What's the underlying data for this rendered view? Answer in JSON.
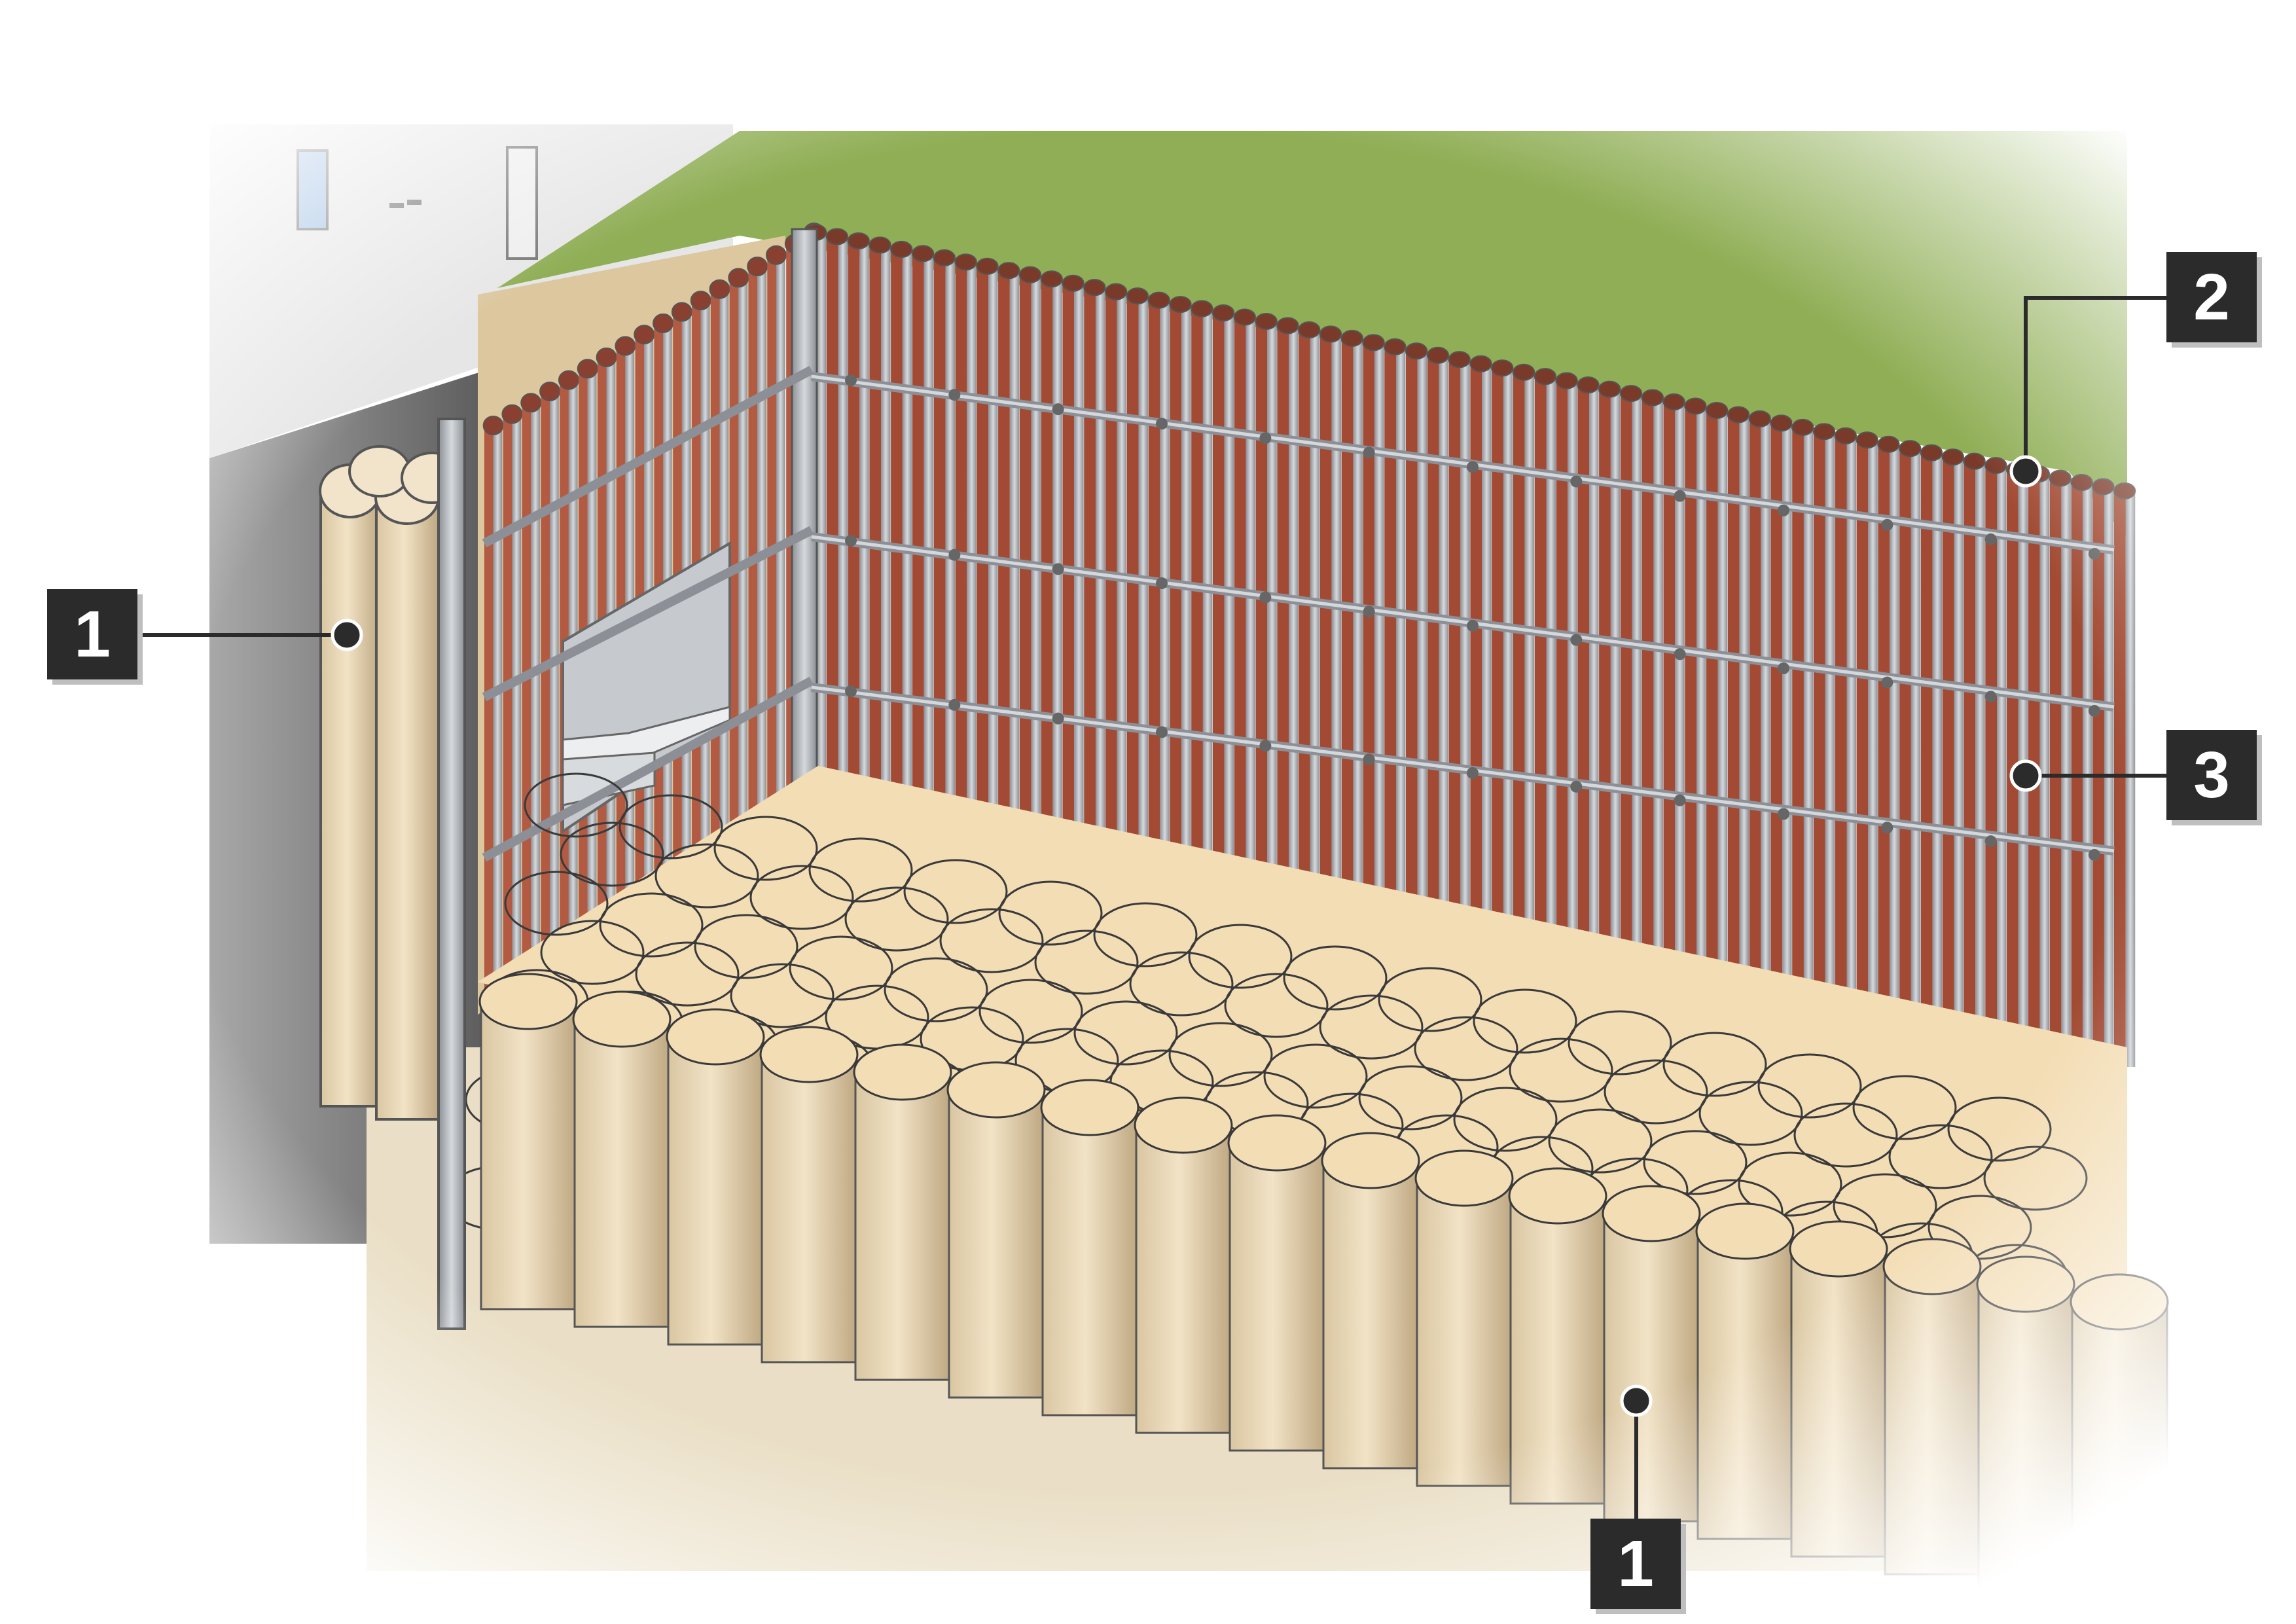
{
  "callouts": [
    {
      "id": "c1-left",
      "label": "1"
    },
    {
      "id": "c2",
      "label": "2"
    },
    {
      "id": "c3",
      "label": "3"
    },
    {
      "id": "c1-bottom",
      "label": "1"
    }
  ],
  "colors": {
    "grass": "#8fae55",
    "soil": "#e9ddc2",
    "column_fill": "#f3ddb5",
    "column_shadow": "#c9b48e",
    "steel": "#a9adb3",
    "rust": "#a24a33",
    "building": "#dcdcdc",
    "callout_bg": "#2b2b2b"
  },
  "icons": [
    "leader-dot",
    "callout-box"
  ]
}
